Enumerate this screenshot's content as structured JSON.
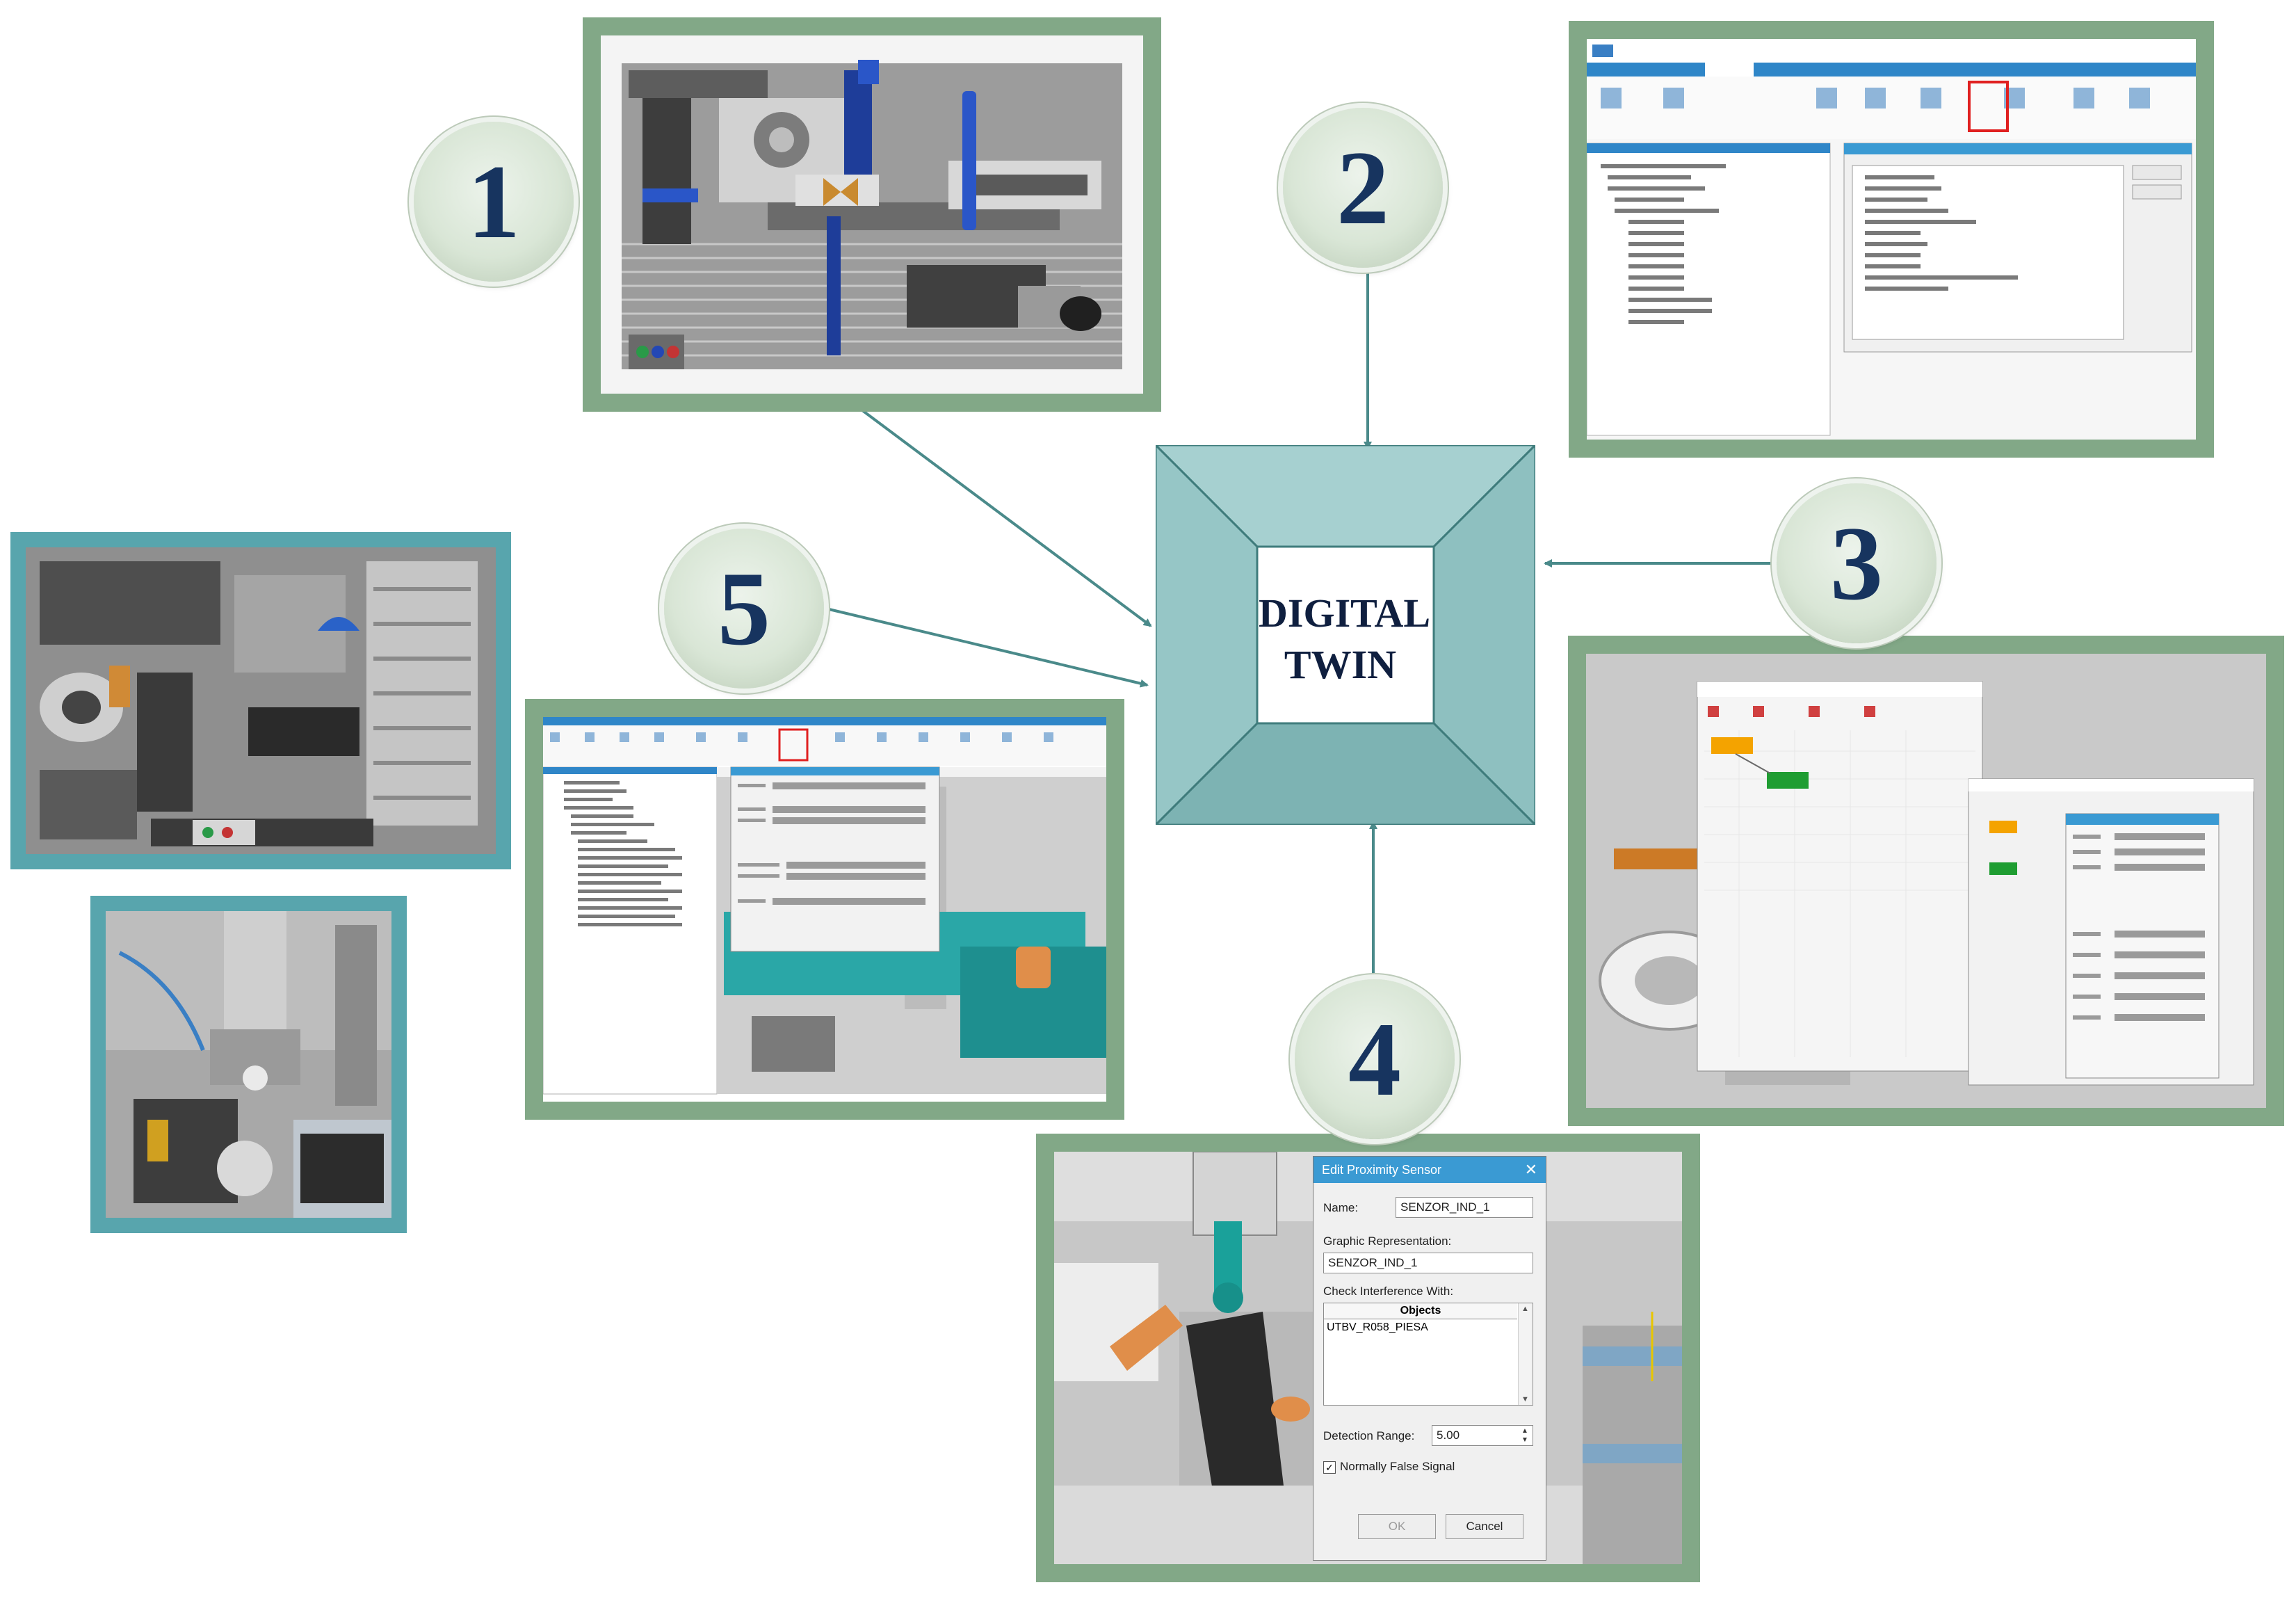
{
  "center": {
    "line1": "DIGITAL",
    "line2": "TWIN"
  },
  "steps": [
    "1",
    "2",
    "3",
    "4",
    "5"
  ],
  "colors": {
    "step_number": "#17345f",
    "green_frame": "#82a887",
    "teal_frame": "#58a5ad",
    "center_frame": "#8ec0c0",
    "arrow": "#4a8a8a"
  },
  "icons": [
    "checkbox-checked-icon",
    "close-icon",
    "spinner-icon",
    "scroll-arrow-icon"
  ],
  "sensor_dialog": {
    "title": "Edit Proximity Sensor",
    "name_label": "Name:",
    "name_value": "SENZOR_IND_1",
    "graphic_label": "Graphic Representation:",
    "graphic_value": "SENZOR_IND_1",
    "interference_label": "Check Interference With:",
    "objects_header": "Objects",
    "objects": [
      "UTBV_R058_PIESA"
    ],
    "range_label": "Detection Range:",
    "range_value": "5.00",
    "signal_label": "Normally False Signal",
    "ok_label": "OK",
    "cancel_label": "Cancel"
  }
}
